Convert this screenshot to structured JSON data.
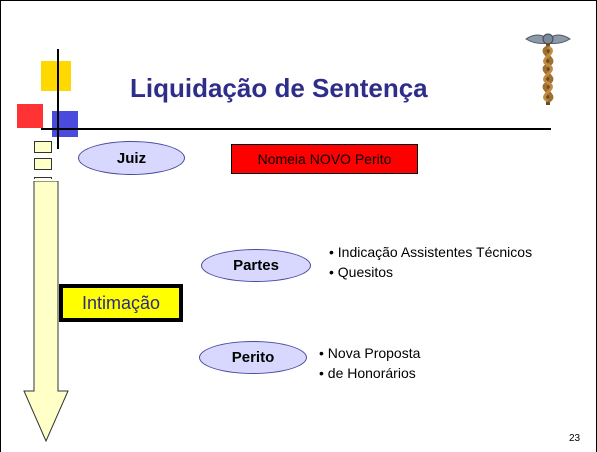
{
  "slide": {
    "title": "Liquidação de Sentença",
    "page_number": "23"
  },
  "flow": {
    "juiz": {
      "label": "Juiz",
      "action": "Nomeia NOVO Perito"
    },
    "partes": {
      "label": "Partes",
      "bullets": [
        "• Indicação Assistentes Técnicos",
        "• Quesitos"
      ]
    },
    "intimacao": {
      "label": "Intimação"
    },
    "perito": {
      "label": "Perito",
      "bullets": [
        "• Nova Proposta",
        "• de Honorários"
      ]
    }
  },
  "colors": {
    "title": "#2e2e8a",
    "oval_fill": "#d8d8ff",
    "action_box": "#ff0000",
    "intimacao_box": "#ffff00",
    "arrow_fill": "#ffffc8",
    "logo_yellow": "#ffd800",
    "logo_red": "#ff3333",
    "logo_blue": "#4a4adc"
  },
  "icons": {
    "logo": "corner-squares-logo",
    "emblem": "caduceus-icon",
    "flow_arrow": "down-arrow-icon"
  }
}
